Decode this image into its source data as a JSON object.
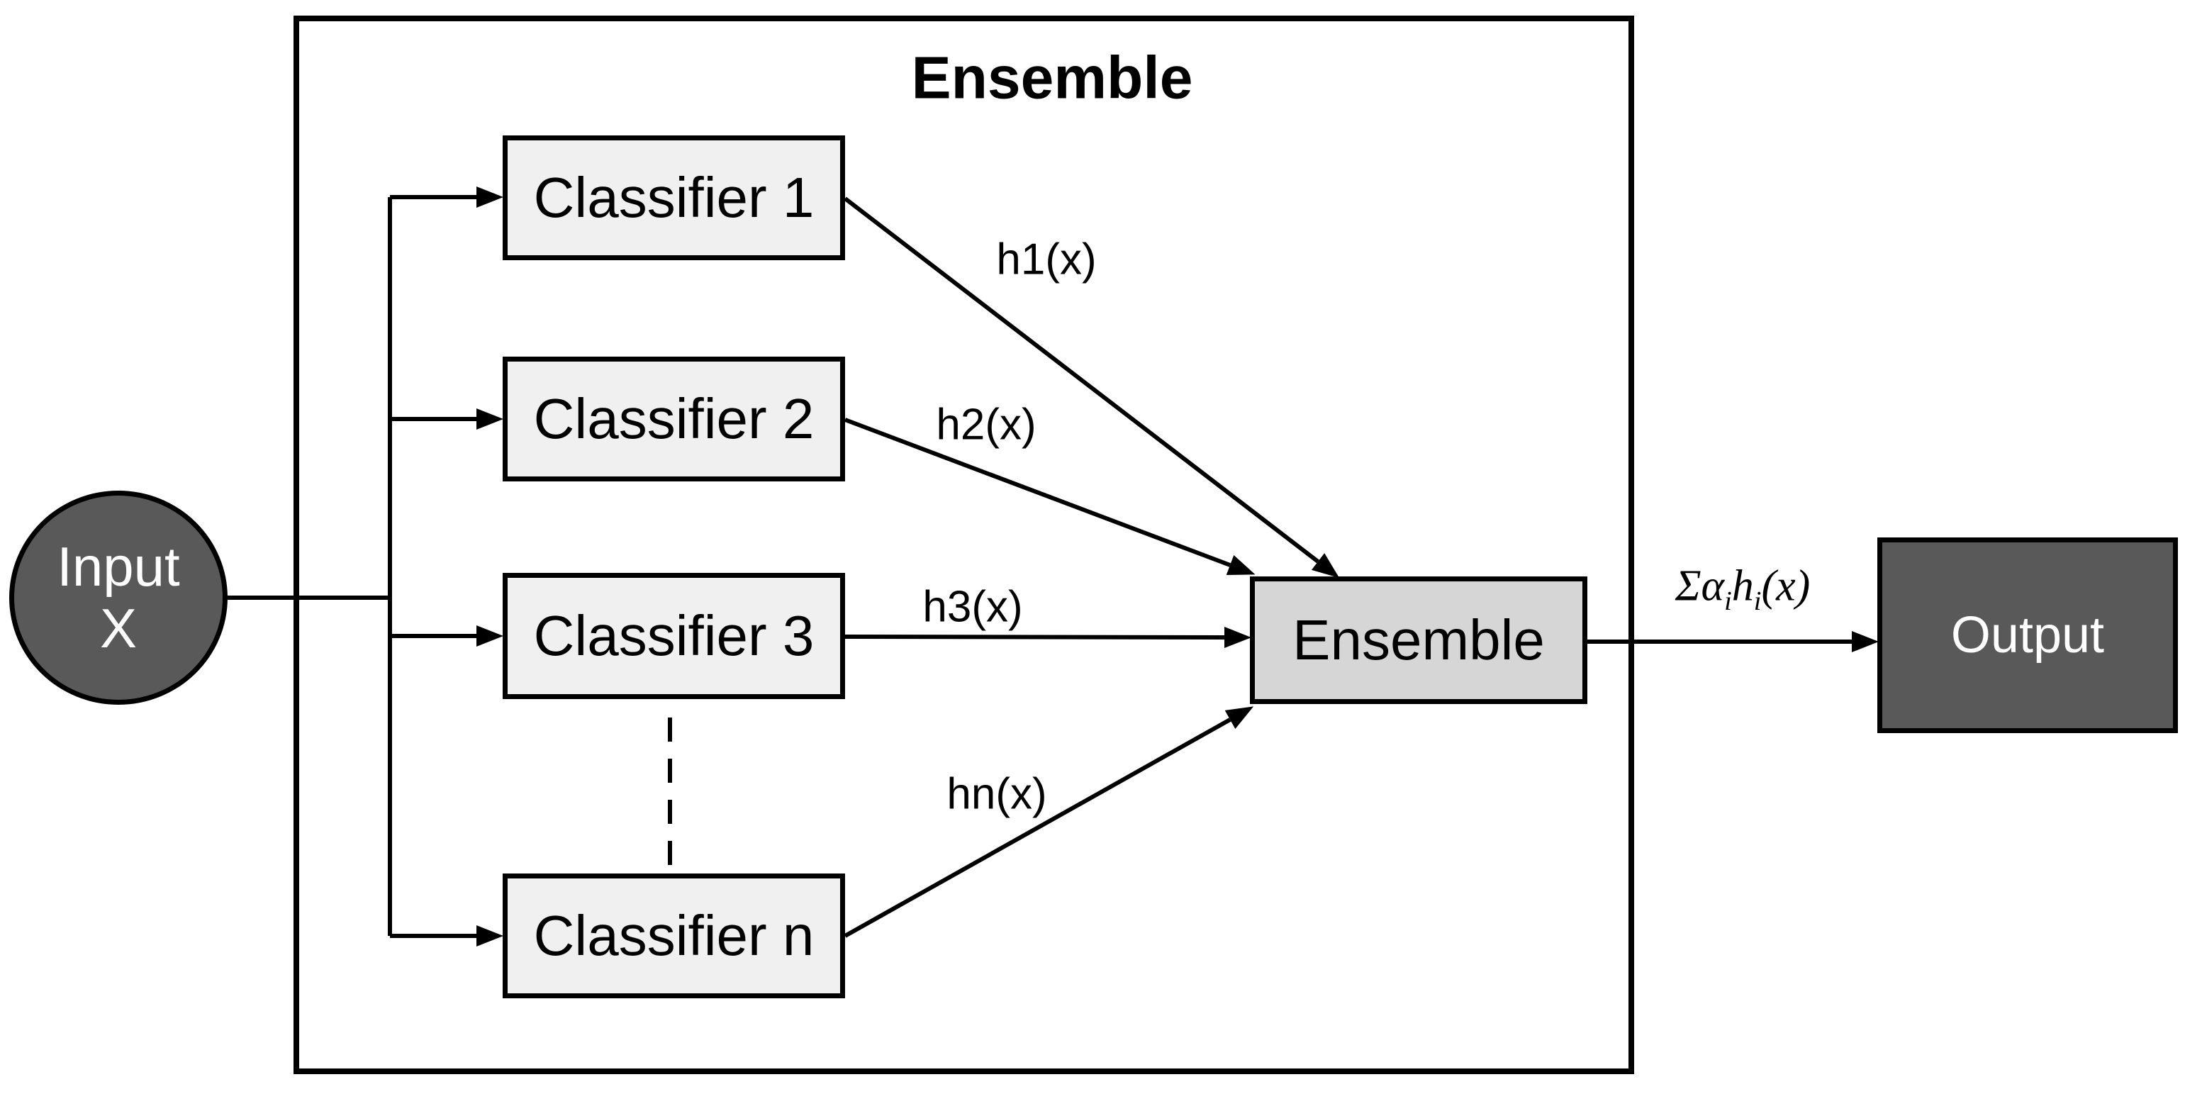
{
  "title": "Ensemble",
  "input": {
    "line1": "Input",
    "line2": "X"
  },
  "classifiers": [
    {
      "label": "Classifier 1",
      "arrow_label": "h1(x)"
    },
    {
      "label": "Classifier 2",
      "arrow_label": "h2(x)"
    },
    {
      "label": "Classifier 3",
      "arrow_label": "h3(x)"
    },
    {
      "label": "Classifier n",
      "arrow_label": "hn(x)"
    }
  ],
  "combiner": {
    "label": "Ensemble"
  },
  "output": {
    "label": "Output"
  },
  "output_formula": {
    "sigma_alpha": "Σα",
    "sub_1": "i",
    "h": "h",
    "sub_2": "i",
    "arg": "(x)"
  },
  "colors": {
    "classifier_fill": "#f0f0f0",
    "combiner_fill": "#d6d6d6",
    "dark_node_fill": "#595959",
    "line": "#000000",
    "light_text": "#ffffff",
    "background": "#ffffff"
  }
}
